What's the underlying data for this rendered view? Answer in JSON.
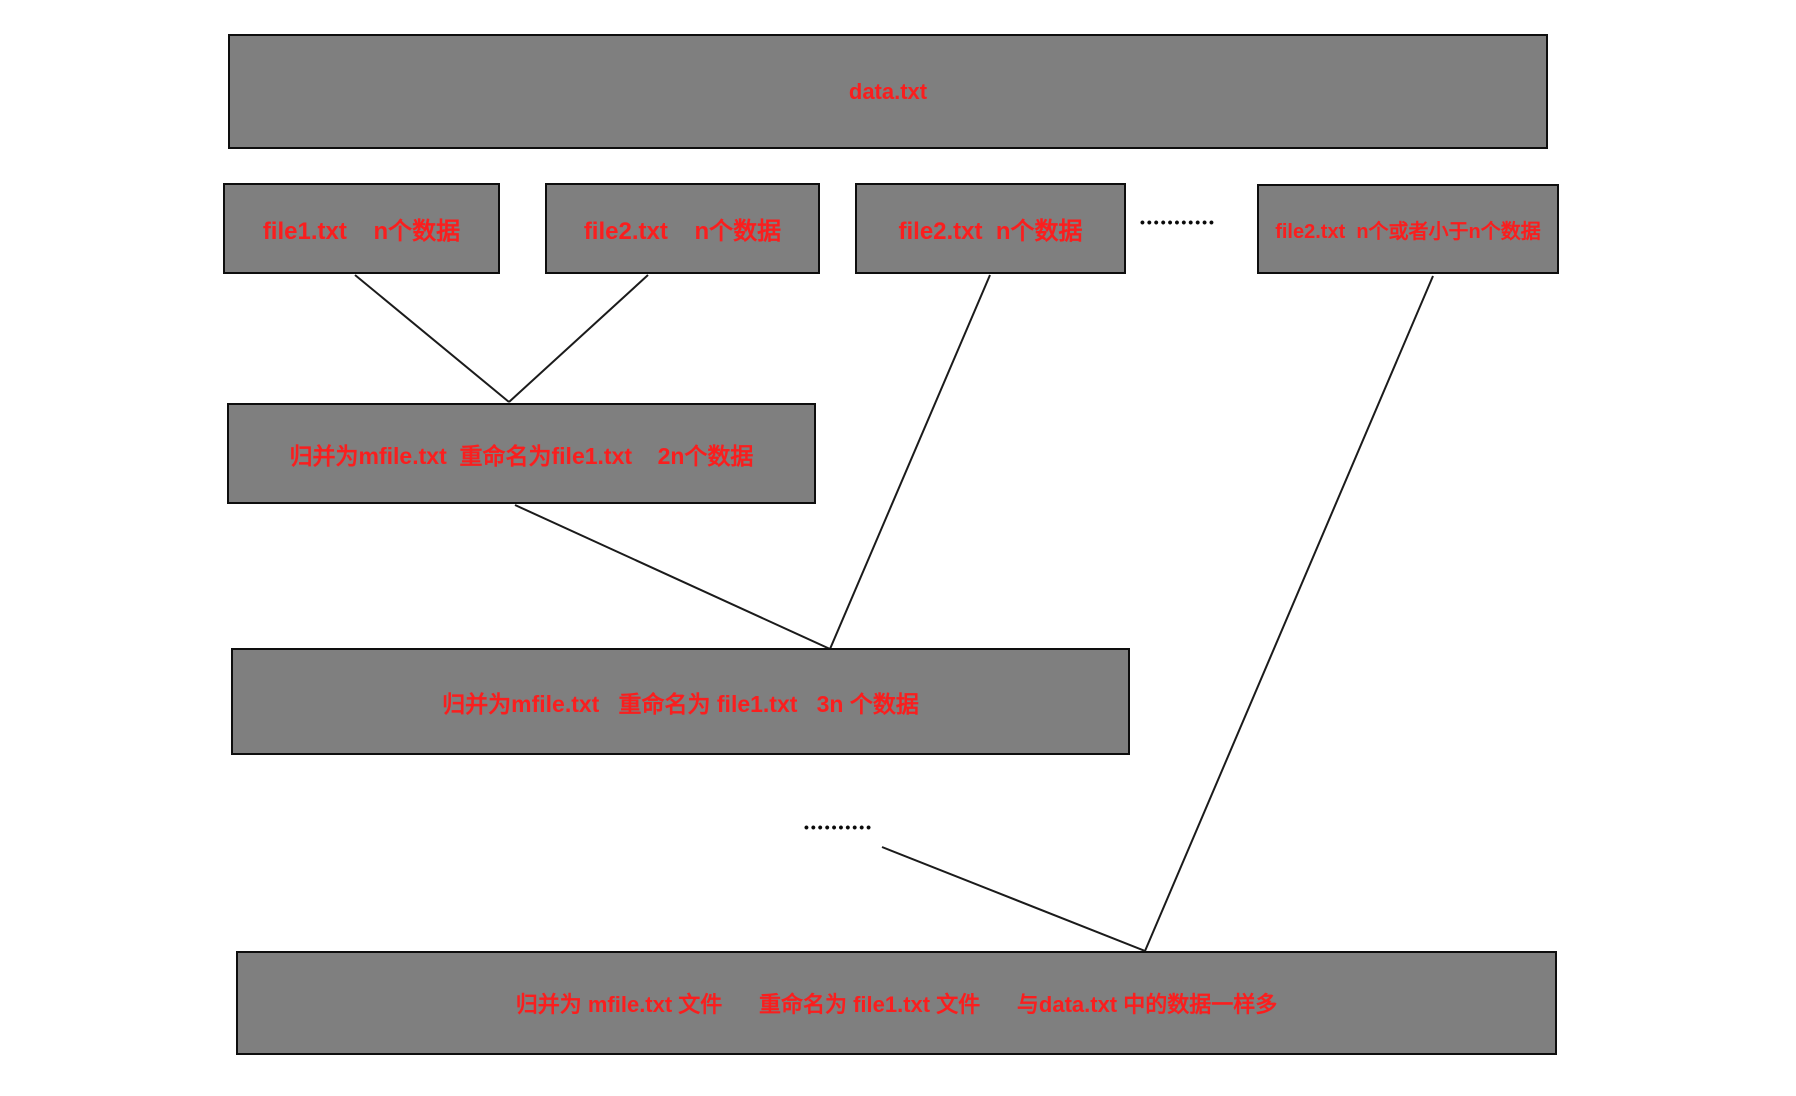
{
  "diagram": {
    "title_box": {
      "label": "data.txt"
    },
    "boxes": {
      "file1": {
        "label": "file1.txt    n个数据"
      },
      "file2_a": {
        "label": "file2.txt    n个数据"
      },
      "file2_b": {
        "label": "file2.txt  n个数据"
      },
      "file2_c": {
        "label": "file2.txt  n个或者小于n个数据"
      },
      "merge_2n": {
        "label": "归并为mfile.txt  重命名为file1.txt    2n个数据"
      },
      "merge_3n": {
        "label": "归并为mfile.txt   重命名为 file1.txt   3n 个数据"
      },
      "merge_all": {
        "label": "归并为 mfile.txt 文件      重命名为 file1.txt 文件      与data.txt 中的数据一样多"
      }
    },
    "ellipsis": {
      "row2": "•••••••••••",
      "middle": "••••••••••"
    },
    "colors": {
      "box_fill": "#7f7f7f",
      "box_border": "#0e0e0e",
      "text_red": "#fa1e1e",
      "line_black": "#1b1b1b",
      "background": "#ffffff"
    }
  }
}
